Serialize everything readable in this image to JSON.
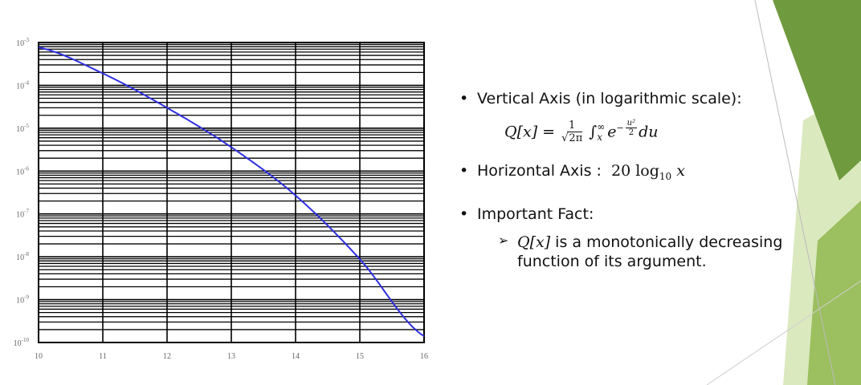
{
  "chart_data": {
    "type": "line",
    "x": [
      10,
      11,
      12,
      13,
      14,
      15,
      16
    ],
    "y": [
      0.00077,
      0.00019,
      3e-05,
      3.6e-06,
      2.7e-07,
      8.8e-09,
      1.4e-10
    ],
    "xlim": [
      10,
      16
    ],
    "ylim": [
      1e-10,
      0.001
    ],
    "yscale": "log",
    "grid": true,
    "line_color": "#2f2fe0",
    "x_ticks": [
      "10",
      "11",
      "12",
      "13",
      "14",
      "15",
      "16"
    ],
    "y_ticks": [
      {
        "base": "10",
        "exp": "-3"
      },
      {
        "base": "10",
        "exp": "-4"
      },
      {
        "base": "10",
        "exp": "-5"
      },
      {
        "base": "10",
        "exp": "-6"
      },
      {
        "base": "10",
        "exp": "-7"
      },
      {
        "base": "10",
        "exp": "-8"
      },
      {
        "base": "10",
        "exp": "-9"
      },
      {
        "base": "10",
        "exp": "-10"
      }
    ]
  },
  "text": {
    "bullet_marker": "•",
    "arrow_marker": "➢",
    "b1": "Vertical Axis (in logarithmic scale):",
    "f_lhs": "Q[x] = ",
    "f_num": "1",
    "f_den_root": "√",
    "f_den_val": "2π",
    "f_int": "∫",
    "f_upper": "∞",
    "f_lower": "x",
    "f_e": "e",
    "f_exp_sign": "−",
    "f_exp_num": "u²",
    "f_exp_den": "2",
    "f_du": "du",
    "b2": "Horizontal Axis :",
    "b2_math_a": "20 log",
    "b2_math_sub": "10",
    "b2_math_b": " x",
    "b3": "Important Fact:",
    "sub_math": "Q[x]",
    "sub_line1": " is a monotonically decreasing",
    "sub_line2": "function of its argument."
  },
  "colors": {
    "accent_dark": "#6f9a3e",
    "accent_mid": "#95b85c",
    "accent_light": "#dceac0",
    "curve": "#2f2fe0"
  }
}
